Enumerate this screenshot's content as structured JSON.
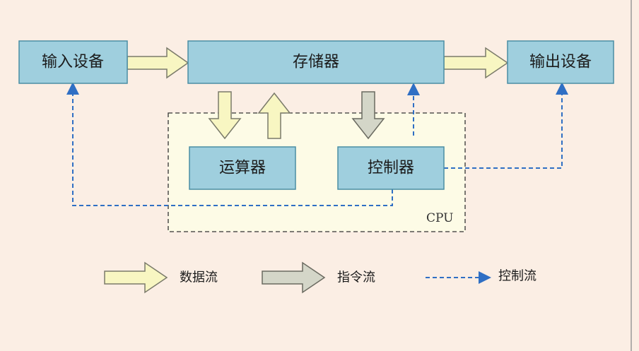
{
  "nodes": {
    "input_device": "输入设备",
    "memory": "存储器",
    "output_device": "输出设备",
    "alu": "运算器",
    "controller": "控制器"
  },
  "cpu_label": "CPU",
  "legend": {
    "data_flow": "数据流",
    "instruction_flow": "指令流",
    "control_flow": "控制流"
  },
  "colors": {
    "background": "#fbeee4",
    "box_fill": "#9fcfde",
    "box_stroke": "#4a8ea4",
    "cpu_fill": "#fdfbe6",
    "data_arrow_fill": "#f8f6c2",
    "data_arrow_stroke": "#7a7a6a",
    "instruction_arrow_fill": "#d4d6c8",
    "control_line": "#2f6fc4"
  }
}
